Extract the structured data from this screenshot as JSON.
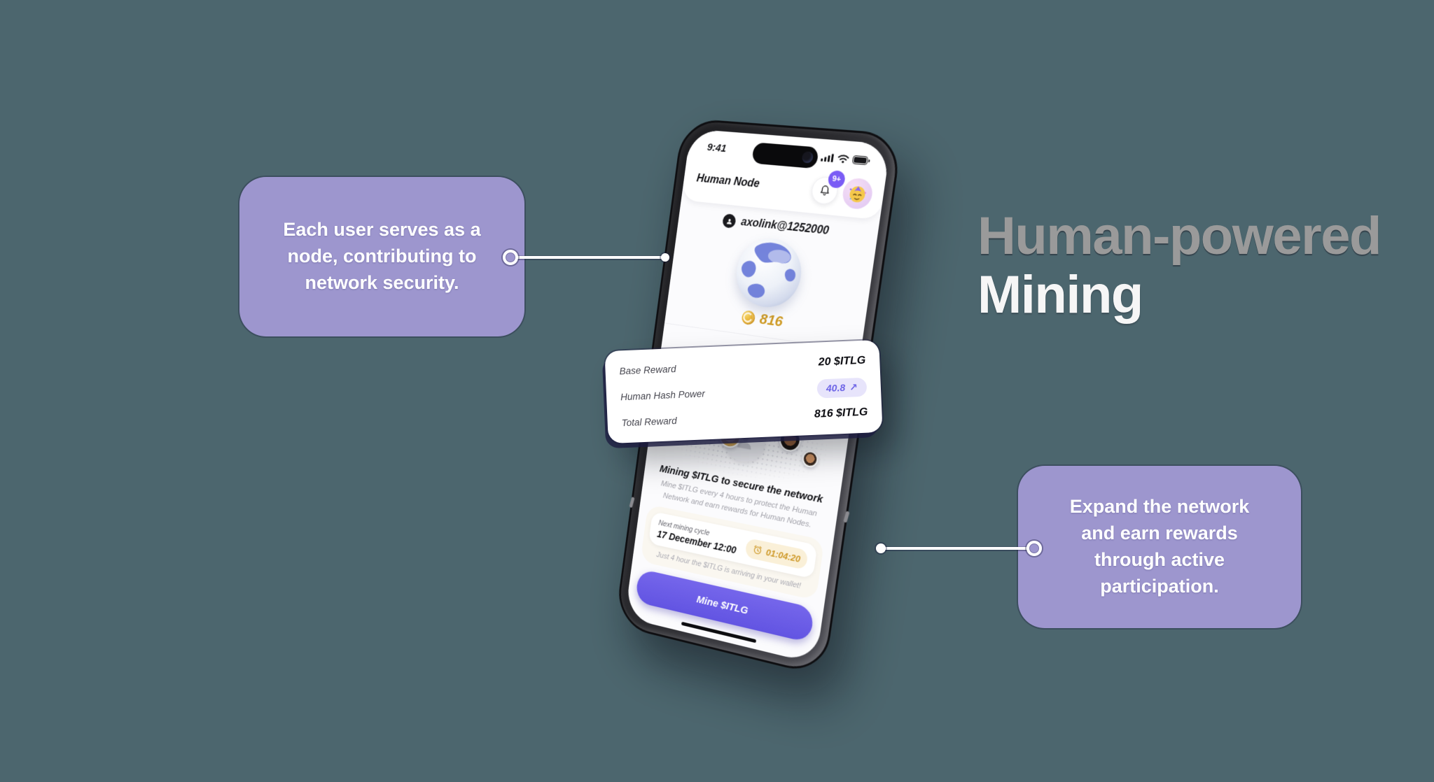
{
  "colors": {
    "background": "#4C666E",
    "callout_box": "#9D96CE",
    "accent_purple": "#6C5DE4",
    "gold": "#CE9A23",
    "amber": "#CE9929",
    "pill_lavender": "#E7E4FB",
    "badge_purple": "#7A5CF5"
  },
  "heading": {
    "line1": "Human-powered",
    "line2": "Mining"
  },
  "callouts": {
    "left": {
      "text": "Each user serves as a node, contributing to network security."
    },
    "right": {
      "text": "Expand the network and earn rewards through active participation."
    }
  },
  "phone": {
    "status": {
      "time": "9:41",
      "icons": [
        "signal-icon",
        "wifi-icon",
        "battery-icon"
      ]
    },
    "header": {
      "title": "Human Node",
      "badge": "9+",
      "icons": [
        "bell-icon",
        "party-emoji-avatar"
      ]
    },
    "user": {
      "handle": "axolink@1252000",
      "icon": "person-avatar-icon"
    },
    "balance": {
      "amount": "816",
      "icon": "itlg-coin-icon"
    },
    "reward": {
      "rows": [
        {
          "label": "Base Reward",
          "value": "20 $ITLG"
        },
        {
          "label": "Human Hash Power",
          "value": "40.8",
          "arrow": "↗"
        },
        {
          "label": "Total Reward",
          "value": "816 $ITLG"
        }
      ]
    },
    "network": {
      "icon": "globe-icon",
      "center_icon": "placeholder-avatar-icon",
      "member_avatars": 6
    },
    "mining": {
      "title": "Mining $ITLG to secure the network",
      "description": "Mine $ITLG every 4 hours to protect the Human Network and earn rewards for Human Nodes."
    },
    "cycle": {
      "label": "Next mining cycle",
      "datetime": "17 December 12:00",
      "countdown": "01:04:20",
      "countdown_icon": "alarm-clock-icon",
      "note": "Just 4 hour the $ITLG is arriving in your wallet!"
    },
    "button": {
      "label": "Mine $ITLG"
    }
  }
}
